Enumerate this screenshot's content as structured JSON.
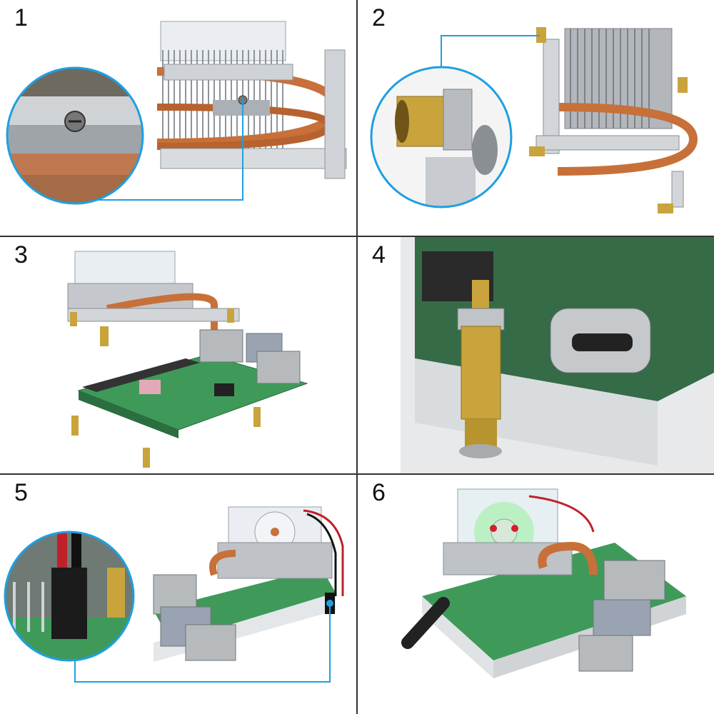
{
  "panels": [
    {
      "number": "1"
    },
    {
      "number": "2"
    },
    {
      "number": "3"
    },
    {
      "number": "4"
    },
    {
      "number": "5"
    },
    {
      "number": "6"
    }
  ],
  "colors": {
    "callout": "#1f9fe0",
    "copper": "#c8703a",
    "metal": "#b9bcc0",
    "pcb_green": "#3f9a5a",
    "brass": "#c9a43c",
    "grid_line": "#333333"
  }
}
